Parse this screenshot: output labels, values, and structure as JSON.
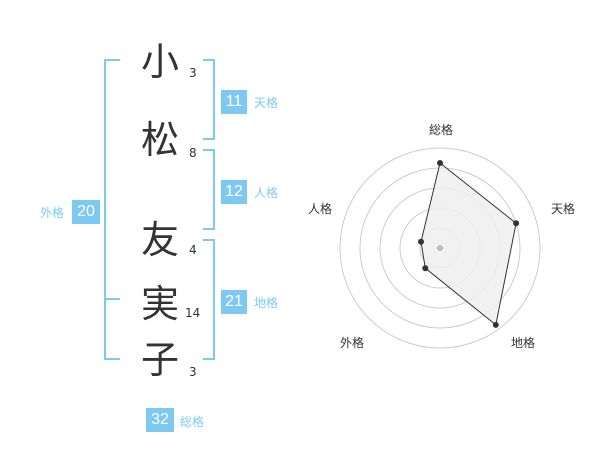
{
  "name": {
    "chars": [
      {
        "char": "小",
        "strokes": "3"
      },
      {
        "char": "松",
        "strokes": "8"
      },
      {
        "char": "友",
        "strokes": "4"
      },
      {
        "char": "実",
        "strokes": "14"
      },
      {
        "char": "子",
        "strokes": "3"
      }
    ]
  },
  "fortunes": {
    "tenkaku": {
      "value": "11",
      "label": "天格"
    },
    "jinkaku": {
      "value": "12",
      "label": "人格"
    },
    "chikaku": {
      "value": "21",
      "label": "地格"
    },
    "gaikaku": {
      "value": "20",
      "label": "外格"
    },
    "soukaku": {
      "value": "32",
      "label": "総格"
    }
  },
  "radar": {
    "axes": [
      "総格",
      "天格",
      "地格",
      "外格",
      "人格"
    ],
    "values": [
      0.85,
      0.8,
      0.95,
      0.25,
      0.2
    ],
    "colors": {
      "ring": "#cccccc",
      "fill": "#eeeeee",
      "line": "#333333",
      "center": "#bbbbbb"
    }
  },
  "colors": {
    "accent": "#7ec9f2",
    "text": "#333333"
  }
}
